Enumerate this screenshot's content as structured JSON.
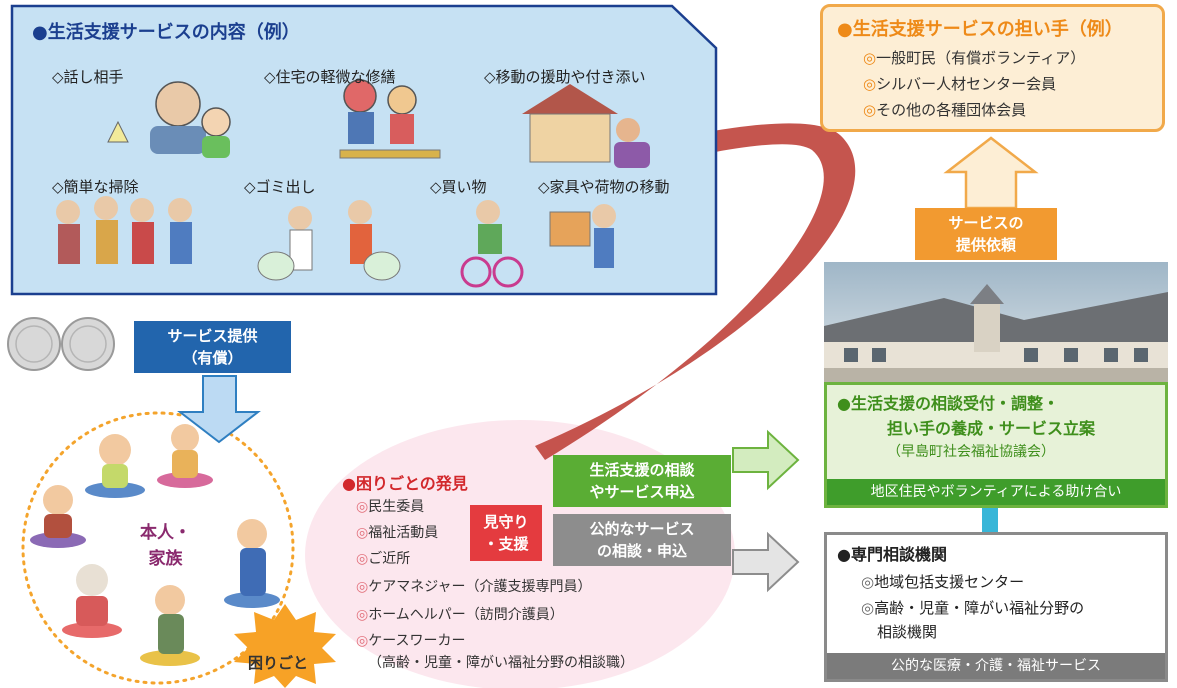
{
  "services": {
    "title": "●生活支援サービスの内容（例）",
    "items": [
      {
        "label": "◇話し相手"
      },
      {
        "label": "◇住宅の軽微な修繕"
      },
      {
        "label": "◇移動の援助や付き添い"
      },
      {
        "label": "◇簡単な掃除"
      },
      {
        "label": "◇ゴミ出し"
      },
      {
        "label": "◇買い物"
      },
      {
        "label": "◇家具や荷物の移動"
      }
    ]
  },
  "bearers": {
    "title": "●生活支援サービスの担い手（例）",
    "marker": "◎",
    "items": [
      "一般町民（有償ボランティア）",
      "シルバー人材センター会員",
      "その他の各種団体会員"
    ]
  },
  "request_badge": {
    "line1": "サービスの",
    "line2": "提供依頼"
  },
  "council": {
    "line1": "●生活支援の相談受付・調整・",
    "line2": "担い手の養成・サービス立案",
    "sub": "（早島町社会福祉協議会）",
    "footer": "地区住民やボランティアによる助け合い"
  },
  "expert": {
    "title": "●専門相談機関",
    "marker": "◎",
    "items": [
      "地域包括支援センター",
      "高齢・児童・障がい福祉分野の",
      "相談機関"
    ],
    "footer": "公的な医療・介護・福祉サービス"
  },
  "service_badge": {
    "line1": "サービス提供",
    "line2": "（有償）"
  },
  "family": {
    "line1": "本人・",
    "line2": "家族"
  },
  "trouble": "困りごと",
  "discovery": {
    "title": "●困りごとの発見",
    "marker": "◎",
    "items": [
      "民生委員",
      "福祉活動員",
      "ご近所",
      "ケアマネジャー（介護支援専門員）",
      "ホームヘルパー（訪問介護員）",
      "ケースワーカー"
    ],
    "last_sub": "（高齢・児童・障がい福祉分野の相談職）"
  },
  "watch_badge": {
    "line1": "見守り",
    "line2": "・支援"
  },
  "consult_green": {
    "line1": "生活支援の相談",
    "line2": "やサービス申込"
  },
  "consult_gray": {
    "line1": "公的なサービス",
    "line2": "の相談・申込"
  },
  "colors": {
    "services_bg": "#c6e1f3",
    "services_border": "#1b3f8f",
    "bearers_accent": "#ee8a18",
    "council_accent": "#3f9d2b",
    "discovery_accent": "#d2282c",
    "link_bar": "#38b6d8"
  }
}
